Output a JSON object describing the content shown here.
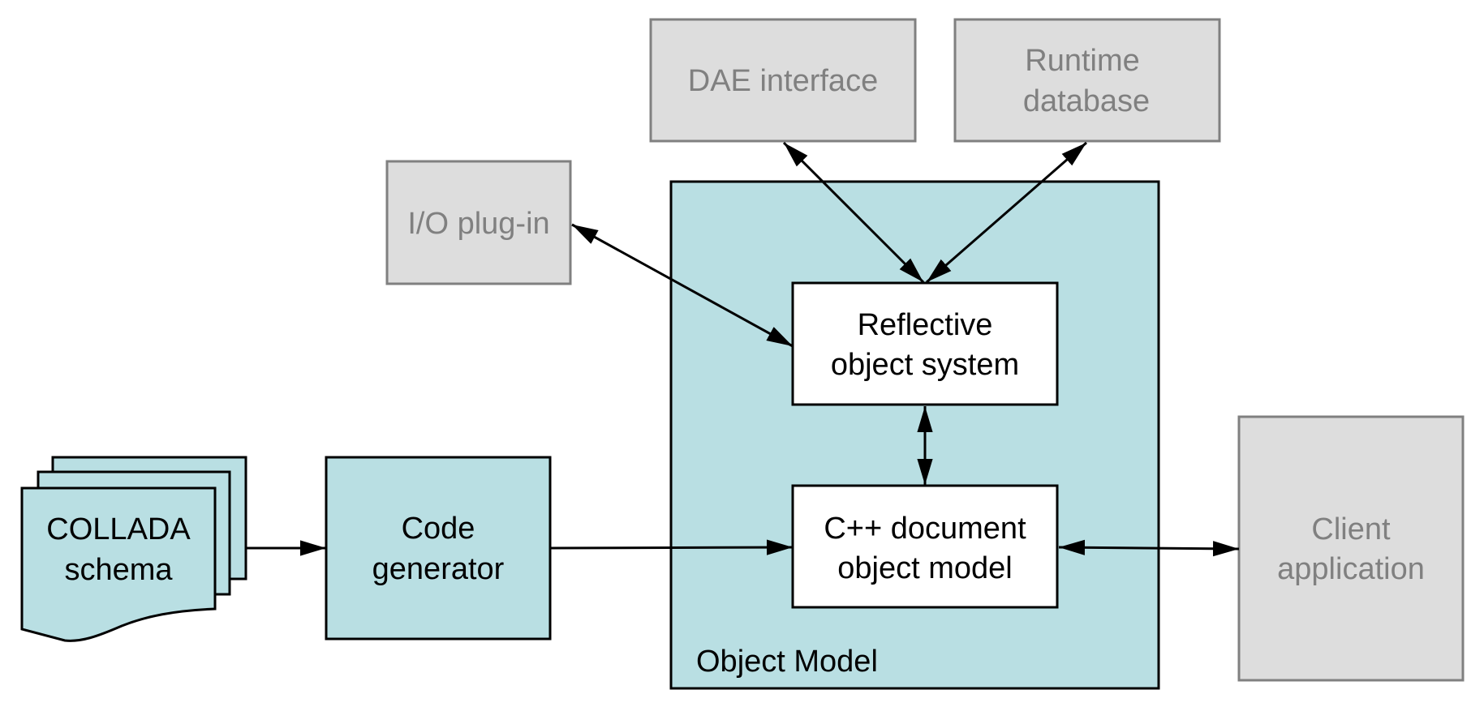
{
  "diagram": {
    "colors": {
      "teal_fill": "#b9dfe3",
      "grey_fill": "#dddddd",
      "grey_border": "#808080",
      "grey_text": "#808080",
      "black": "#000000",
      "white": "#ffffff"
    },
    "nodes": {
      "collada_schema": {
        "lines": [
          "COLLADA",
          "schema"
        ],
        "shape": "document-stack"
      },
      "code_generator": {
        "lines": [
          "Code",
          "generator"
        ]
      },
      "object_model": {
        "label": "Object Model"
      },
      "reflective_object_system": {
        "lines": [
          "Reflective",
          "object system"
        ]
      },
      "cpp_dom": {
        "lines": [
          "C++ document",
          "object model"
        ]
      },
      "io_plugin": {
        "lines": [
          "I/O plug-in"
        ]
      },
      "dae_interface": {
        "lines": [
          "DAE interface"
        ]
      },
      "runtime_database": {
        "lines": [
          "Runtime",
          "database"
        ]
      },
      "client_application": {
        "lines": [
          "Client",
          "application"
        ]
      }
    },
    "edges": [
      {
        "from": "collada_schema",
        "to": "code_generator",
        "direction": "one-way"
      },
      {
        "from": "code_generator",
        "to": "cpp_dom",
        "direction": "one-way"
      },
      {
        "from": "reflective_object_system",
        "to": "cpp_dom",
        "direction": "bidirectional"
      },
      {
        "from": "cpp_dom",
        "to": "client_application",
        "direction": "bidirectional"
      },
      {
        "from": "reflective_object_system",
        "to": "io_plugin",
        "direction": "bidirectional"
      },
      {
        "from": "reflective_object_system",
        "to": "dae_interface",
        "direction": "bidirectional"
      },
      {
        "from": "reflective_object_system",
        "to": "runtime_database",
        "direction": "bidirectional"
      }
    ]
  }
}
